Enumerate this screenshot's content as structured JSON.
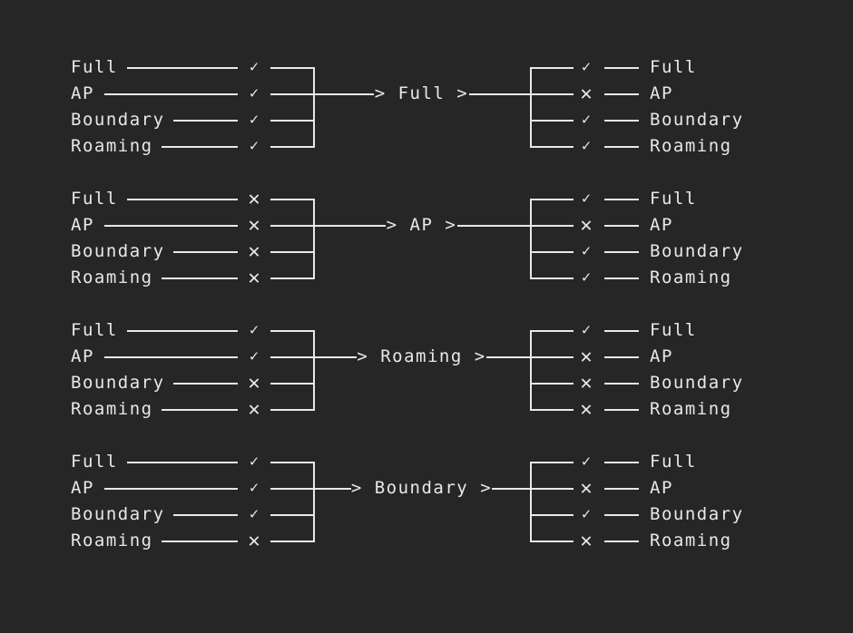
{
  "theme": {
    "background": "#262626",
    "foreground": "#e8e8e8"
  },
  "glyphs": {
    "check": "✓",
    "cross": "✕",
    "arrow_head": ">"
  },
  "row_labels": [
    "Full",
    "AP",
    "Boundary",
    "Roaming"
  ],
  "blocks": [
    {
      "name": "full",
      "centre_label": "Full",
      "inputs": [
        {
          "label": "Full",
          "mark": "check"
        },
        {
          "label": "AP",
          "mark": "check"
        },
        {
          "label": "Boundary",
          "mark": "check"
        },
        {
          "label": "Roaming",
          "mark": "check"
        }
      ],
      "outputs": [
        {
          "label": "Full",
          "mark": "check"
        },
        {
          "label": "AP",
          "mark": "cross"
        },
        {
          "label": "Boundary",
          "mark": "check"
        },
        {
          "label": "Roaming",
          "mark": "check"
        }
      ]
    },
    {
      "name": "ap",
      "centre_label": "AP",
      "inputs": [
        {
          "label": "Full",
          "mark": "cross"
        },
        {
          "label": "AP",
          "mark": "cross"
        },
        {
          "label": "Boundary",
          "mark": "cross"
        },
        {
          "label": "Roaming",
          "mark": "cross"
        }
      ],
      "outputs": [
        {
          "label": "Full",
          "mark": "check"
        },
        {
          "label": "AP",
          "mark": "cross"
        },
        {
          "label": "Boundary",
          "mark": "check"
        },
        {
          "label": "Roaming",
          "mark": "check"
        }
      ]
    },
    {
      "name": "roaming",
      "centre_label": "Roaming",
      "inputs": [
        {
          "label": "Full",
          "mark": "check"
        },
        {
          "label": "AP",
          "mark": "check"
        },
        {
          "label": "Boundary",
          "mark": "cross"
        },
        {
          "label": "Roaming",
          "mark": "cross"
        }
      ],
      "outputs": [
        {
          "label": "Full",
          "mark": "check"
        },
        {
          "label": "AP",
          "mark": "cross"
        },
        {
          "label": "Boundary",
          "mark": "cross"
        },
        {
          "label": "Roaming",
          "mark": "cross"
        }
      ]
    },
    {
      "name": "boundary",
      "centre_label": "Boundary",
      "inputs": [
        {
          "label": "Full",
          "mark": "check"
        },
        {
          "label": "AP",
          "mark": "check"
        },
        {
          "label": "Boundary",
          "mark": "check"
        },
        {
          "label": "Roaming",
          "mark": "cross"
        }
      ],
      "outputs": [
        {
          "label": "Full",
          "mark": "check"
        },
        {
          "label": "AP",
          "mark": "cross"
        },
        {
          "label": "Boundary",
          "mark": "check"
        },
        {
          "label": "Roaming",
          "mark": "cross"
        }
      ]
    }
  ]
}
